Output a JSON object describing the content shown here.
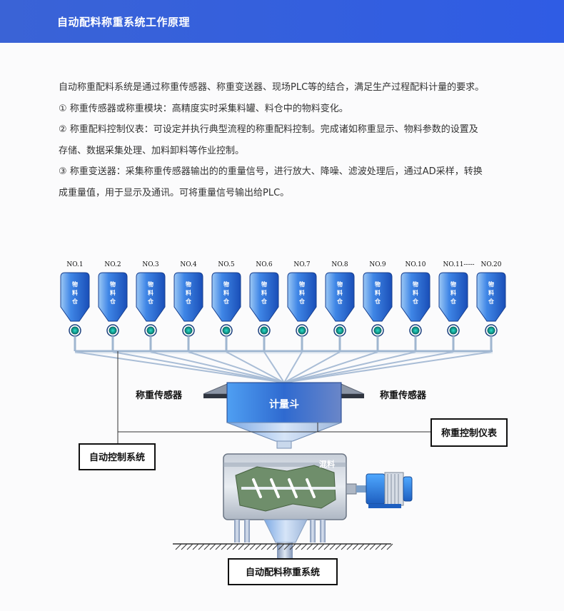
{
  "header": {
    "title": "自动配料称重系统工作原理"
  },
  "description": {
    "lines": [
      "自动称重配料系统是通过称重传感器、称重变送器、现场PLC等的结合，满足生产过程配料计量的要求。",
      "① 称重传感器或称重模块：高精度实时采集料罐、料仓中的物料变化。",
      "② 称重配料控制仪表：可设定并执行典型流程的称重配料控制。完成诸如称重显示、物料参数的设置及",
      "存储、数据采集处理、加料卸料等作业控制。",
      "③ 称重变送器：采集称重传感器输出的的重量信号，进行放大、降噪、滤波处理后，通过AD采样，转换",
      "成重量值，用于显示及通讯。可将重量信号输出给PLC。"
    ]
  },
  "diagram": {
    "silos": [
      {
        "label": "NO.1"
      },
      {
        "label": "NO.2"
      },
      {
        "label": "NO.3"
      },
      {
        "label": "NO.4"
      },
      {
        "label": "NO.5"
      },
      {
        "label": "NO.6"
      },
      {
        "label": "NO.7"
      },
      {
        "label": "NO.8"
      },
      {
        "label": "NO.9"
      },
      {
        "label": "NO.10"
      },
      {
        "label": "NO.11"
      },
      {
        "label": "NO.20"
      }
    ],
    "silo_ellipsis": "-----",
    "silo_text": [
      "物",
      "料",
      "仓"
    ],
    "hopper_label": "计量斗",
    "sensor_left": "称重传感器",
    "sensor_right": "称重传感器",
    "controller_label": "称重控制仪表",
    "auto_control_label": "自动控制系统",
    "mixer_label": "混料",
    "system_label": "自动配料称重系统",
    "colors": {
      "header": "#2f5ce4",
      "silo": "#2e68d8",
      "pipe": "#9fb6d0",
      "hopper": "#2f66c9"
    }
  }
}
